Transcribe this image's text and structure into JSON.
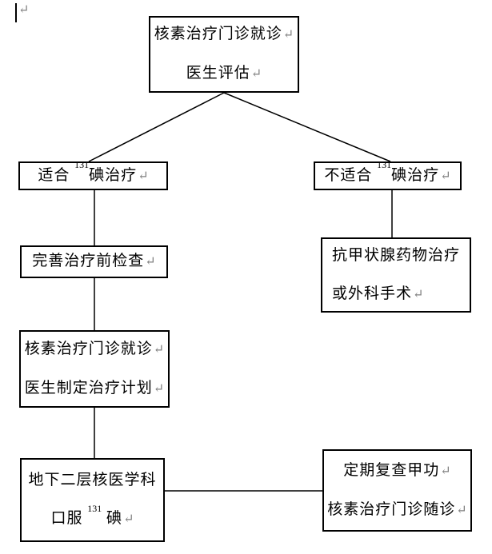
{
  "page": {
    "caret_mark": "↵",
    "background_color": "#ffffff",
    "line_color": "#000000",
    "mark_color": "#808080"
  },
  "flowchart": {
    "boxes": {
      "eval": {
        "lines": [
          {
            "text": "核素治疗门诊就诊",
            "mark": "↵"
          },
          {
            "text": "医生评估",
            "mark": "↵"
          }
        ]
      },
      "suitable": {
        "lines": [
          {
            "pre": "适合 ",
            "sup": "131",
            "post": "碘治疗",
            "mark": "↵"
          }
        ]
      },
      "unsuitable": {
        "lines": [
          {
            "pre": "不适合 ",
            "sup": "131",
            "post": "碘治疗",
            "mark": "↵"
          }
        ]
      },
      "pretests": {
        "lines": [
          {
            "text": "完善治疗前检查",
            "mark": "↵"
          }
        ]
      },
      "plan": {
        "lines": [
          {
            "text": "核素治疗门诊就诊",
            "mark": "↵"
          },
          {
            "text": "医生制定治疗计划",
            "mark": "↵"
          }
        ]
      },
      "oral": {
        "lines": [
          {
            "text": "地下二层核医学科"
          },
          {
            "pre": "口服 ",
            "sup": "131",
            "post": " 碘",
            "mark": "↵"
          }
        ]
      },
      "atd": {
        "lines": [
          {
            "text": "抗甲状腺药物治疗"
          },
          {
            "text": "或外科手术",
            "mark": "↵"
          }
        ]
      },
      "followup": {
        "lines": [
          {
            "text": "定期复查甲功",
            "mark": "↵"
          },
          {
            "text": "核素治疗门诊随诊",
            "mark": "↵"
          }
        ]
      }
    }
  }
}
